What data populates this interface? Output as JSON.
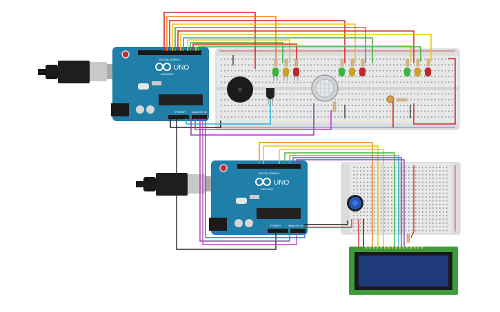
{
  "upper_arduino": {
    "model_label": "UNO",
    "brand_label": "ARDUINO",
    "digital_header_label": "DIGITAL (PWM~)",
    "power_label": "POWER",
    "analog_label": "ANALOG IN"
  },
  "lower_arduino": {
    "model_label": "UNO",
    "brand_label": "ARDUINO",
    "digital_header_label": "DIGITAL (PWM~)",
    "power_label": "POWER",
    "analog_label": "ANALOG IN"
  },
  "components": {
    "leds": [
      {
        "group": 1,
        "color": "#38b53f"
      },
      {
        "group": 1,
        "color": "#c9a227"
      },
      {
        "group": 1,
        "color": "#c0282c"
      },
      {
        "group": 2,
        "color": "#38b53f"
      },
      {
        "group": 2,
        "color": "#c9a227"
      },
      {
        "group": 2,
        "color": "#c0282c"
      },
      {
        "group": 3,
        "color": "#38b53f"
      },
      {
        "group": 3,
        "color": "#c9a227"
      },
      {
        "group": 3,
        "color": "#c0282c"
      }
    ],
    "buzzer": "piezo",
    "gas_sensor": "gas sensor",
    "temperature_sensor": "temperature sensor",
    "photoresistor": "photoresistor",
    "potentiometer": "potentiometer",
    "lcd": "16x2 LCD"
  },
  "wire_colors": {
    "red": "#d42a2a",
    "orange": "#f0820f",
    "yellow": "#e6c619",
    "green": "#3cb043",
    "cyan": "#2bb6d6",
    "blue": "#2d6bd6",
    "purple": "#8e44ad",
    "magenta": "#c43cc4",
    "black": "#222222"
  }
}
